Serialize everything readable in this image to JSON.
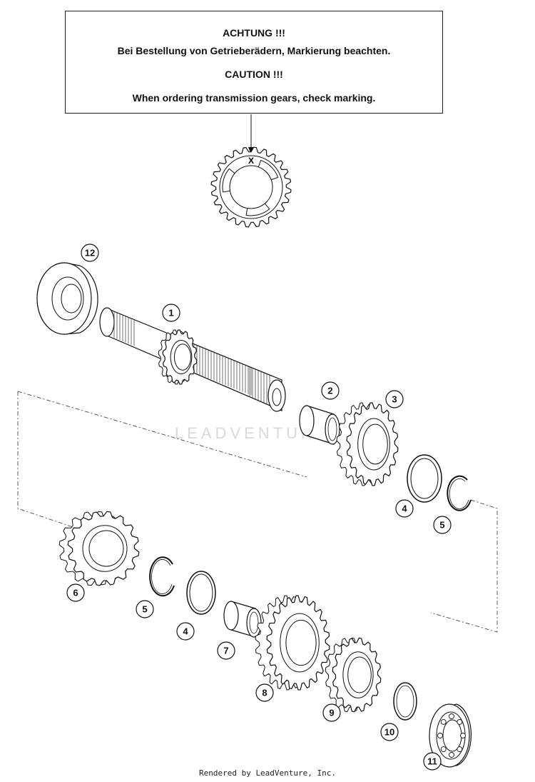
{
  "caution": {
    "line1": "ACHTUNG !!!",
    "line2": "Bei Bestellung von Getrieberädern, Markierung beachten.",
    "line3": "CAUTION !!!",
    "line4": "When ordering transmission gears, check marking."
  },
  "marking_letter": "X",
  "watermark": "LEADVENTURE",
  "footer": "Rendered by LeadVenture, Inc.",
  "callouts": [
    "1",
    "2",
    "3",
    "4",
    "5",
    "6",
    "5",
    "4",
    "7",
    "8",
    "9",
    "10",
    "11",
    "12"
  ]
}
